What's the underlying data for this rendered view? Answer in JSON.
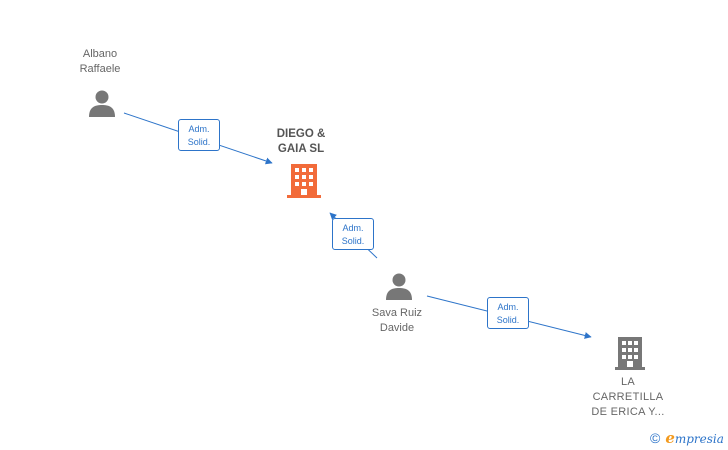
{
  "nodes": {
    "albano": {
      "name": "Albano\nRaffaele",
      "icon": "person-icon"
    },
    "diego": {
      "name": "DIEGO &\nGAIA  SL",
      "icon": "building-icon",
      "color": "#f26b3a"
    },
    "sava": {
      "name": "Sava Ruiz\nDavide",
      "icon": "person-icon"
    },
    "carretilla": {
      "name": "LA\nCARRETILLA\nDE ERICA Y...",
      "icon": "building-icon",
      "color": "#777777"
    }
  },
  "edges": [
    {
      "from": "albano",
      "to": "diego",
      "label_line1": "Adm.",
      "label_line2": "Solid."
    },
    {
      "from": "sava",
      "to": "diego",
      "label_line1": "Adm.",
      "label_line2": "Solid."
    },
    {
      "from": "sava",
      "to": "carretilla",
      "label_line1": "Adm.",
      "label_line2": "Solid."
    }
  ],
  "footer": {
    "copyright": "©",
    "brand_first": "e",
    "brand_rest": "mpresia"
  },
  "colors": {
    "edge": "#2d74c9",
    "person": "#777777"
  }
}
